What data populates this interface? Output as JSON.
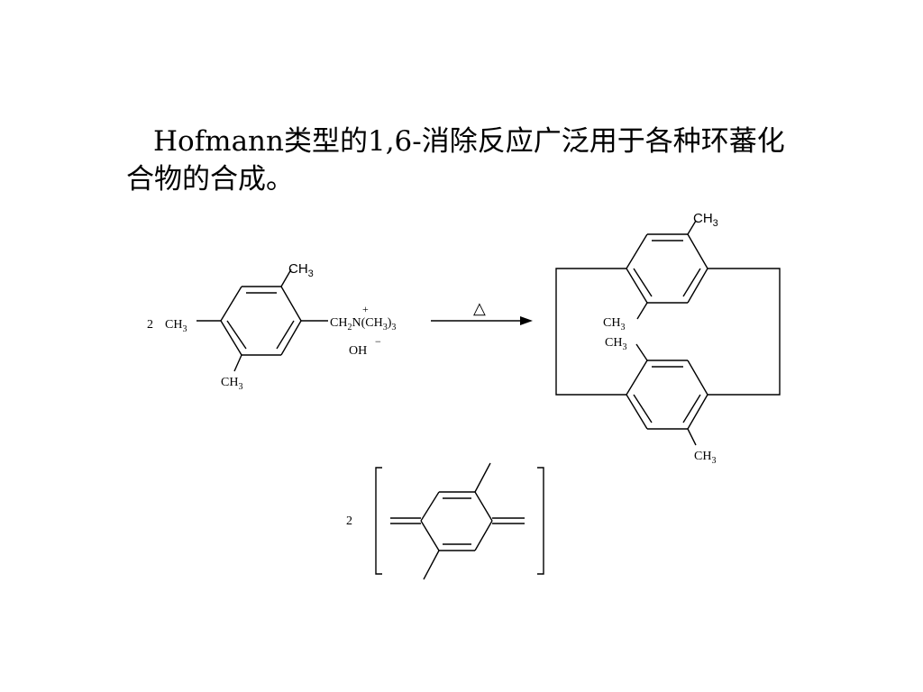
{
  "paragraph": {
    "line1": "Hofmann类型的1,6-消除反应广泛用于各种环蕃化",
    "line2": "合物的合成。"
  },
  "reactant": {
    "coefficient": "2",
    "ch3_left": "CH",
    "ch3_left_sub": "3",
    "ch3_top": "CH",
    "ch3_top_sub": "3",
    "ch3_bottom": "CH",
    "ch3_bottom_sub": "3",
    "substituent": {
      "ch": "CH",
      "sub2": "2",
      "n": "N(CH",
      "sub3a": "3",
      "close": ")",
      "sub3b": "3",
      "plus": "+"
    },
    "counterion": "OH",
    "counterion_charge": "−"
  },
  "condition": "△",
  "product": {
    "ch3_top": "CH",
    "ch3_top_sub": "3",
    "ch3_inner_upper": "CH",
    "ch3_inner_upper_sub": "3",
    "ch3_inner_lower": "CH",
    "ch3_inner_lower_sub": "3",
    "ch3_bottom": "CH",
    "ch3_bottom_sub": "3"
  },
  "intermediate": {
    "coefficient": "2"
  }
}
